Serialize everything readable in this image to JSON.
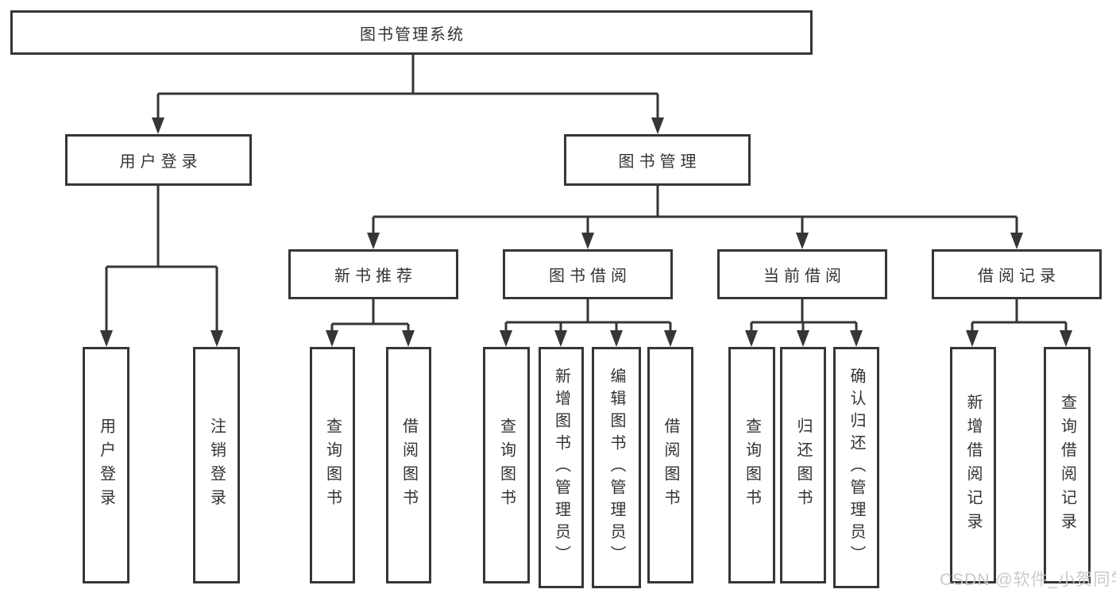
{
  "tree": {
    "root": {
      "label": "图书管理系统"
    },
    "branches": [
      {
        "label": "用户登录",
        "children": [
          {
            "label": "用户登录"
          },
          {
            "label": "注销登录"
          }
        ]
      },
      {
        "label": "图书管理",
        "children": [
          {
            "label": "新书推荐",
            "children": [
              {
                "label": "查询图书"
              },
              {
                "label": "借阅图书"
              }
            ]
          },
          {
            "label": "图书借阅",
            "children": [
              {
                "label": "查询图书"
              },
              {
                "label": "新增图书（管理员）"
              },
              {
                "label": "编辑图书（管理员）"
              },
              {
                "label": "借阅图书"
              }
            ]
          },
          {
            "label": "当前借阅",
            "children": [
              {
                "label": "查询图书"
              },
              {
                "label": "归还图书"
              },
              {
                "label": "确认归还（管理员）"
              }
            ]
          },
          {
            "label": "借阅记录",
            "children": [
              {
                "label": "新增借阅记录"
              },
              {
                "label": "查询借阅记录"
              }
            ]
          }
        ]
      }
    ]
  },
  "watermark": {
    "text": "CSDN @软件_小贺同学"
  },
  "colors": {
    "line": "#363636",
    "text": "#333333",
    "watermark": "#c7c7c7",
    "background": "#ffffff"
  }
}
